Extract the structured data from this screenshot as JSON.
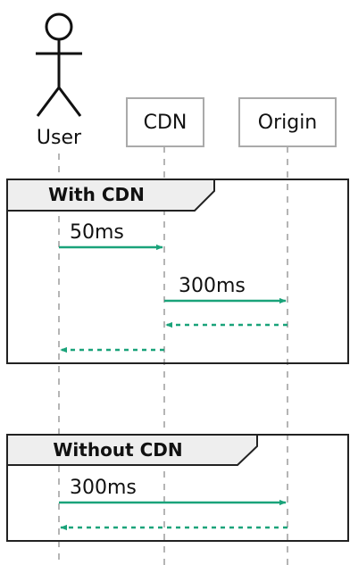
{
  "participants": {
    "user": {
      "label": "User",
      "icon": "actor-stick-figure"
    },
    "cdn": {
      "label": "CDN"
    },
    "origin": {
      "label": "Origin"
    }
  },
  "frames": [
    {
      "title": "With CDN",
      "messages": [
        {
          "label": "50ms",
          "from": "user",
          "to": "cdn",
          "style": "solid"
        },
        {
          "label": "300ms",
          "from": "cdn",
          "to": "origin",
          "style": "solid"
        },
        {
          "label": "",
          "from": "origin",
          "to": "cdn",
          "style": "dashed"
        },
        {
          "label": "",
          "from": "cdn",
          "to": "user",
          "style": "dashed"
        }
      ]
    },
    {
      "title": "Without CDN",
      "messages": [
        {
          "label": "300ms",
          "from": "user",
          "to": "origin",
          "style": "solid"
        },
        {
          "label": "",
          "from": "origin",
          "to": "user",
          "style": "dashed"
        }
      ]
    }
  ],
  "colors": {
    "arrow": "#1aa37a",
    "lifeline": "#b5b5b5",
    "participant_border": "#aaaaaa",
    "frame_header_fill": "#eeeeee",
    "frame_border": "#222222"
  }
}
